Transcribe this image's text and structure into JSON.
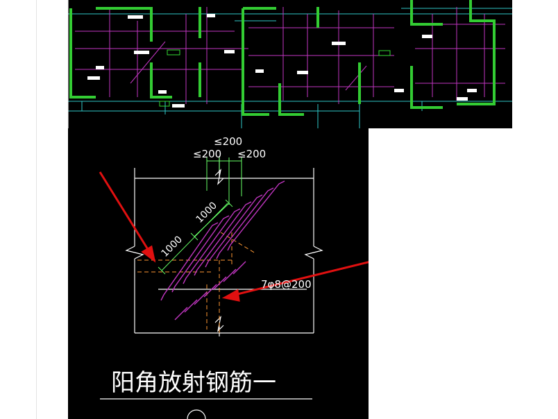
{
  "detail": {
    "dims": {
      "top_overall": "≤200",
      "top_left": "≤200",
      "top_right": "≤200",
      "diag_upper": "1000",
      "diag_lower": "1000",
      "callout": "7φ8@200"
    },
    "title": "阳角放射钢筋一"
  },
  "colors": {
    "background": "#000000",
    "wall_green": "#33cc33",
    "rebar_magenta": "#cc33cc",
    "grid_cyan": "#33cccc",
    "dim_green": "#66ff66",
    "dash_orange": "#ff9933",
    "arrow_red": "#e01010",
    "line_white": "#ffffff"
  }
}
